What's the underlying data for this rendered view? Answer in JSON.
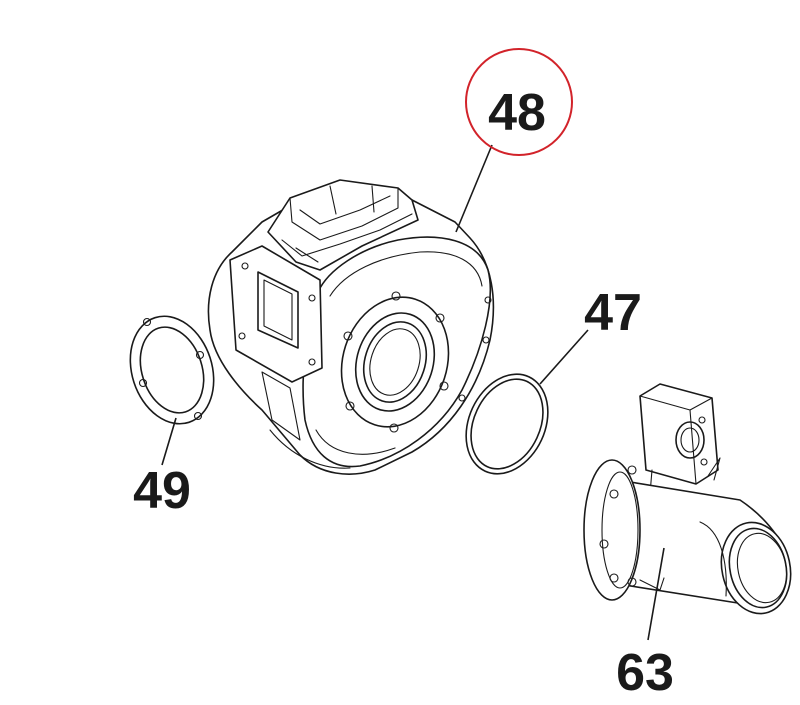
{
  "labels": {
    "p48": "48",
    "p47": "47",
    "p49": "49",
    "p63": "63"
  },
  "highlight_color": "#d2232a",
  "line_color": "#1a1a1a",
  "background": "#ffffff"
}
